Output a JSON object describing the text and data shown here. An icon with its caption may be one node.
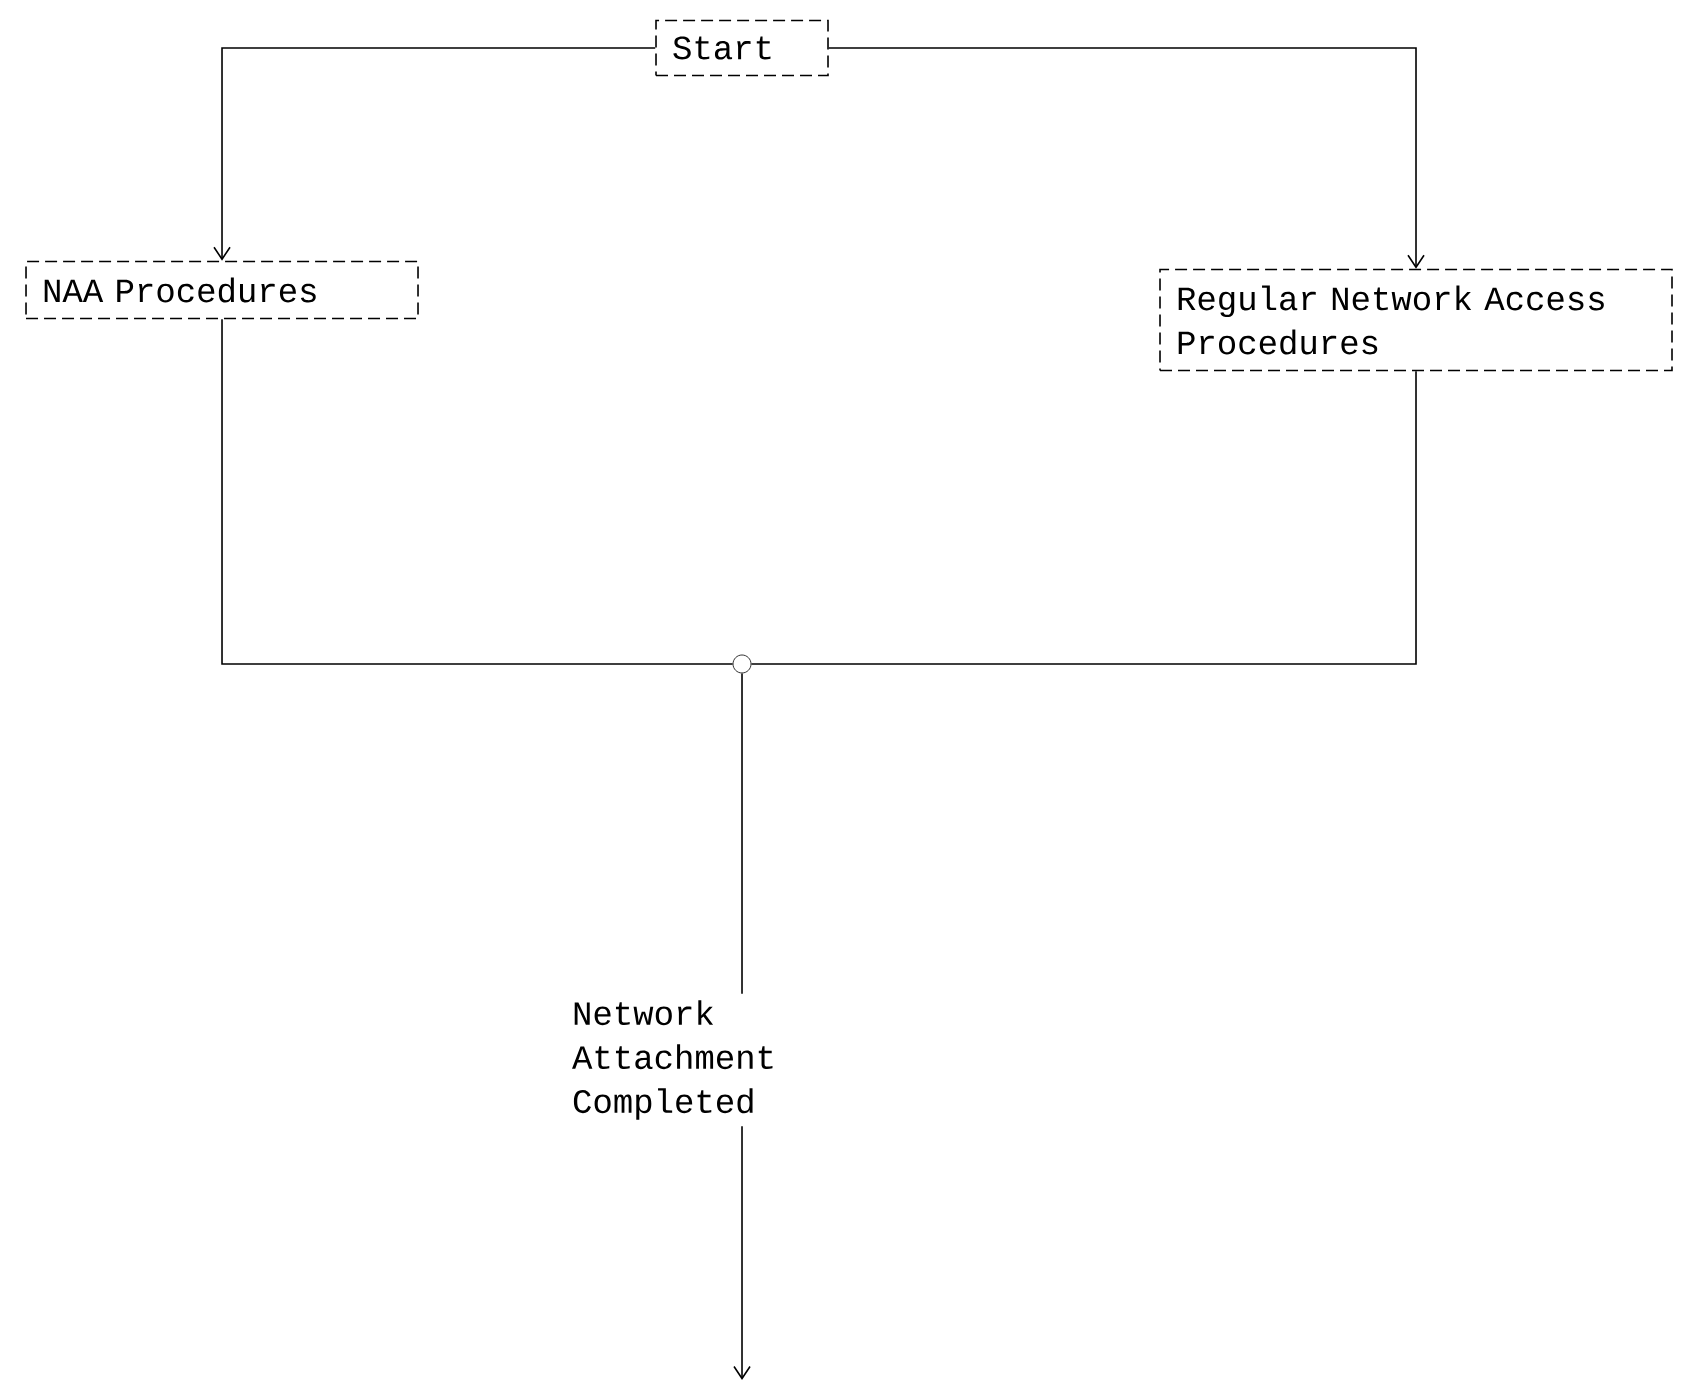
{
  "diagram": {
    "nodes": [
      {
        "text": [
          "Start"
        ]
      },
      {
        "text": [
          "NAA Procedures"
        ]
      },
      {
        "text": [
          "Regular Network Access Procedures"
        ]
      },
      {
        "text": [],
        "shape": "circle"
      },
      {
        "text": [
          "Network Attachment Completed"
        ]
      }
    ],
    "edges": [
      {
        "from": 0,
        "to": 1,
        "arrow": "to"
      },
      {
        "from": 0,
        "to": 2,
        "arrow": "to"
      },
      {
        "from": 1,
        "to": 3,
        "arrow": "none"
      },
      {
        "from": 2,
        "to": 3,
        "arrow": "none"
      },
      {
        "from": 3,
        "to": 4,
        "arrow": "none"
      },
      {
        "from": 4,
        "to": null,
        "arrow": "to"
      }
    ]
  }
}
